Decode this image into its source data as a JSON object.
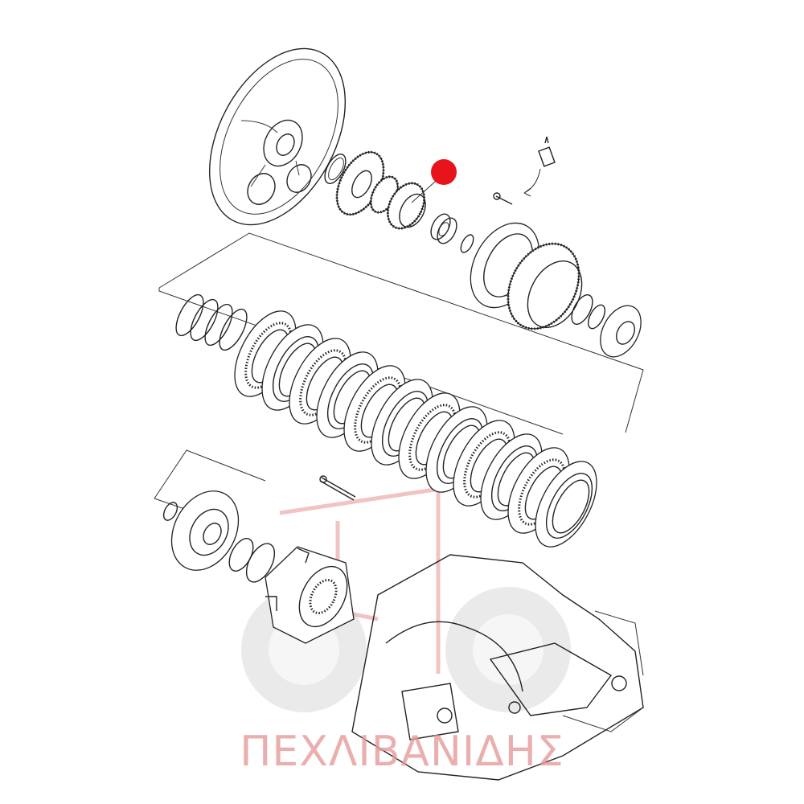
{
  "watermark": {
    "text": "ΠΕΧΛΙΒΑΝΙΔΗΣ",
    "color": "#e79b9b",
    "logo": "tractor-gears-logo"
  },
  "highlight": {
    "marker_color": "#e8141c",
    "icon": "red-dot-marker"
  },
  "colors": {
    "line": "#222222",
    "background": "#ffffff"
  }
}
